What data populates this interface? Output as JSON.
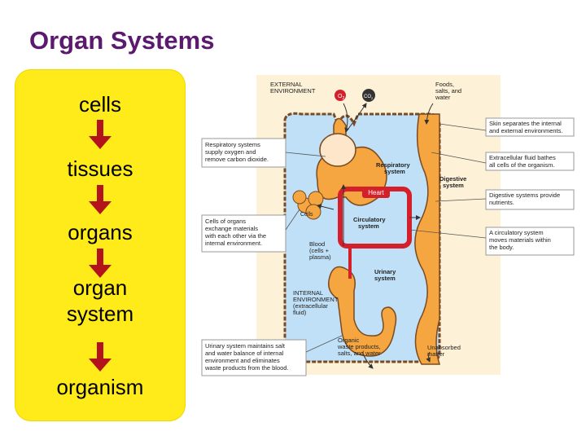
{
  "title": "Organ Systems",
  "hierarchy": [
    "cells",
    "tissues",
    "organs",
    "organ\nsystem",
    "organism"
  ],
  "figure": {
    "external_label": [
      "EXTERNAL",
      "ENVIRONMENT"
    ],
    "o2": "O",
    "o2_sub": "2",
    "co2": "CO",
    "co2_sub": "2",
    "foods": [
      "Foods,",
      "salts, and",
      "water"
    ],
    "respiratory": [
      "Respiratory",
      "system"
    ],
    "digestive": [
      "Digestive",
      "system"
    ],
    "heart": "Heart",
    "cells": "Cells",
    "circulatory": [
      "Circulatory",
      "system"
    ],
    "blood": [
      "Blood",
      "(cells +",
      "plasma)"
    ],
    "urinary": [
      "Urinary",
      "system"
    ],
    "internal": [
      "INTERNAL",
      "ENVIRONMENT",
      "(extracellular",
      "fluid)"
    ],
    "organic_waste": [
      "Organic",
      "waste products,",
      "salts, and water"
    ],
    "unabsorbed": [
      "Unabsorbed",
      "matter"
    ],
    "callouts": {
      "respiratory_note": [
        "Respiratory systems",
        "supply oxygen and",
        "remove carbon dioxide."
      ],
      "cells_note": [
        "Cells of organs",
        "exchange materials",
        "with each other via the",
        "internal environment."
      ],
      "urinary_note": [
        "Urinary system maintains salt",
        "and water balance of internal",
        "environment and eliminates",
        "waste products from the blood."
      ],
      "skin_note": [
        "Skin separates the internal",
        "and external environments."
      ],
      "ecf_note": [
        "Extracellular fluid bathes",
        "all cells of the organism."
      ],
      "digestive_note": [
        "Digestive systems provide",
        "nutrients."
      ],
      "circulatory_note": [
        "A circulatory system",
        "moves materials within",
        "the body."
      ]
    }
  },
  "colors": {
    "title": "#5b1a6e",
    "ladder_bg": "#ffeb1a",
    "arrow": "#b3141b",
    "figure_bg": "#fdf1d8",
    "fluid": "#bfe0f7",
    "tissue": "#f6a640",
    "membrane": "#7a4a22",
    "vessel": "#d4202a"
  }
}
